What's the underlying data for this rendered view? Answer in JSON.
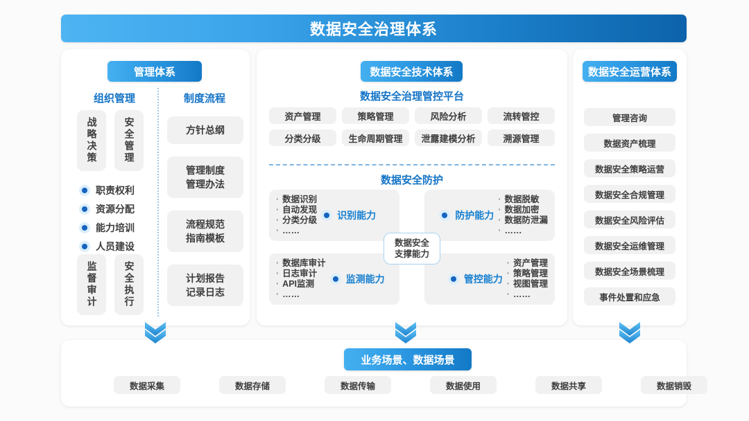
{
  "header": {
    "title": "数据安全治理体系"
  },
  "management": {
    "badge": "管理体系",
    "col_a_head": "组织管理",
    "col_b_head": "制度流程",
    "vboxes": [
      {
        "label": "战略决策"
      },
      {
        "label": "安全管理"
      },
      {
        "label": "监督审计"
      },
      {
        "label": "安全执行"
      }
    ],
    "bullets": [
      {
        "label": "职责权利"
      },
      {
        "label": "资源分配"
      },
      {
        "label": "能力培训"
      },
      {
        "label": "人员建设"
      }
    ],
    "process_boxes": [
      {
        "line1": "方针总纲",
        "line2": ""
      },
      {
        "line1": "管理制度",
        "line2": "管理办法"
      },
      {
        "line1": "流程规范",
        "line2": "指南模板"
      },
      {
        "line1": "计划报告",
        "line2": "记录日志"
      }
    ]
  },
  "technology": {
    "badge": "数据安全技术体系",
    "subtitle": "数据安全治理管控平台",
    "platform_chips": [
      "资产管理",
      "策略管理",
      "风险分析",
      "流转管控",
      "分类分级",
      "生命周期管理",
      "泄露建模分析",
      "溯源管理"
    ],
    "protection_title": "数据安全防护",
    "center_card": {
      "line1": "数据安全",
      "line2": "支撑能力"
    },
    "quadrants": [
      {
        "label": "识别能力",
        "items": [
          "数据识别",
          "自动发现",
          "分类分级",
          "……"
        ],
        "align": "left-list"
      },
      {
        "label": "防护能力",
        "items": [
          "数据脱敏",
          "数据加密",
          "数据防泄漏",
          "……"
        ],
        "align": "right-list"
      },
      {
        "label": "监测能力",
        "items": [
          "数据库审计",
          "日志审计",
          "API监测",
          "……"
        ],
        "align": "left-list"
      },
      {
        "label": "管控能力",
        "items": [
          "资产管理",
          "策略管理",
          "视图管理",
          "……"
        ],
        "align": "right-list"
      }
    ]
  },
  "operations": {
    "badge": "数据安全运营体系",
    "items": [
      "管理咨询",
      "数据资产梳理",
      "数据安全策略运营",
      "数据安全合规管理",
      "数据安全风险评估",
      "数据安全运维管理",
      "数据安全场景梳理",
      "事件处置和应急"
    ]
  },
  "scenarios": {
    "badge": "业务场景、数据场景",
    "chips": [
      "数据采集",
      "数据存储",
      "数据传输",
      "数据使用",
      "数据共享",
      "数据销毁"
    ]
  },
  "colors": {
    "accent_blue": "#1473c6",
    "badge_gradient_from": "#45b0f0",
    "badge_gradient_to": "#1379c6",
    "chip_bg": "#f1f1f1",
    "page_bg": "#fbfbfb"
  }
}
